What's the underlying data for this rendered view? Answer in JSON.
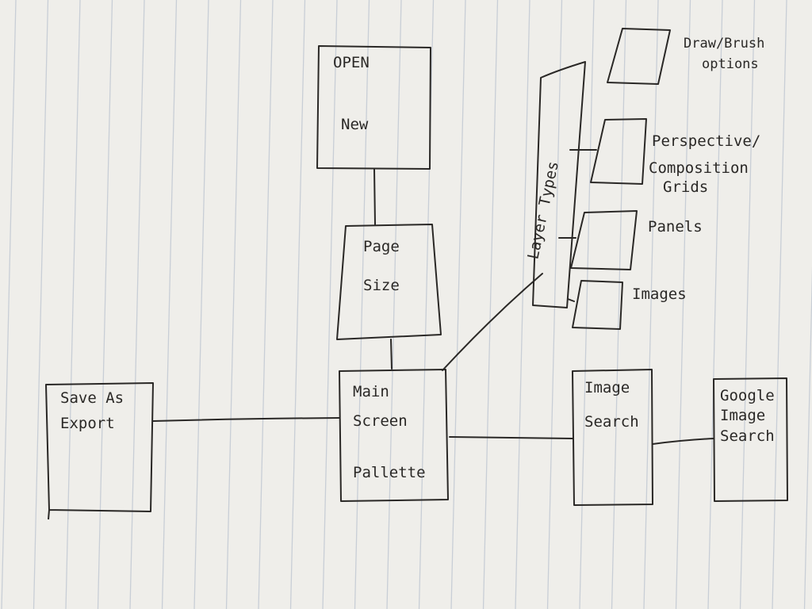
{
  "nodes": {
    "open_new": {
      "lines": [
        "OPEN",
        "New"
      ]
    },
    "page_size": {
      "lines": [
        "Page",
        "Size"
      ]
    },
    "main_screen": {
      "lines": [
        "Main",
        "Screen",
        "Pallette"
      ]
    },
    "save_export": {
      "lines": [
        "Save As",
        "Export"
      ]
    },
    "image_search": {
      "lines": [
        "Image",
        "Search"
      ]
    },
    "google_search": {
      "lines": [
        "Google",
        "Image",
        "Search"
      ]
    },
    "layer_types": {
      "label": "Layer Types"
    },
    "draw_brush": {
      "lines": [
        "Draw/Brush",
        "options"
      ]
    },
    "perspective": {
      "lines": [
        "Perspective/",
        "Composition",
        "Grids"
      ]
    },
    "panels": {
      "label": "Panels"
    },
    "images": {
      "label": "Images"
    }
  },
  "colors": {
    "paper": "#efeeea",
    "ink": "#2a2826",
    "rule": "#c8ced6"
  }
}
